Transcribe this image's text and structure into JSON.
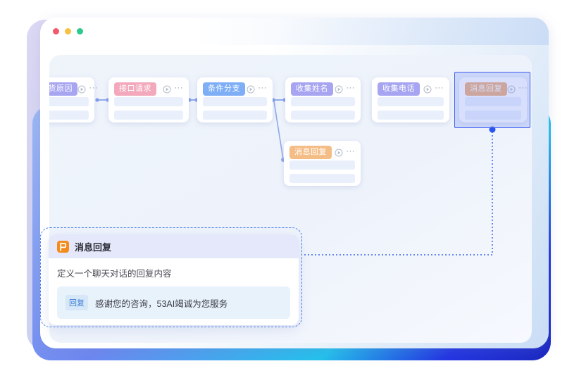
{
  "window": {
    "traffic_lights": [
      {
        "name": "close",
        "color": "#f2596d"
      },
      {
        "name": "minimize",
        "color": "#f6c243"
      },
      {
        "name": "zoom",
        "color": "#2ec98c"
      }
    ]
  },
  "icons": {
    "more": "⋯"
  },
  "flow": {
    "nodes": [
      {
        "label": "退货原因",
        "color": "#a7a5f1"
      },
      {
        "label": "接口请求",
        "color": "#f3a8bc"
      },
      {
        "label": "条件分支",
        "color": "#7eaef6"
      },
      {
        "label": "收集姓名",
        "color": "#a7a5f1"
      },
      {
        "label": "收集电话",
        "color": "#a7a5f1"
      },
      {
        "label": "消息回复",
        "color": "#f0ae79",
        "selected": true
      },
      {
        "label": "消息回复",
        "color": "#f5bd86"
      }
    ]
  },
  "detail_card": {
    "title": "消息回复",
    "icon": "flag-icon",
    "description": "定义一个聊天对话的回复内容",
    "reply_tag": "回复",
    "reply_text": "感谢您的咨询，53AI竭诚为您服务"
  },
  "colors": {
    "selection_border": "#3f5ff0",
    "dotted_connector": "#3b62f0",
    "connector_line": "#93acea",
    "detail_header_bg": "#e4e8fa",
    "reply_box_bg": "#e8f2fb",
    "flag_icon_bg": "#f28c1c"
  }
}
